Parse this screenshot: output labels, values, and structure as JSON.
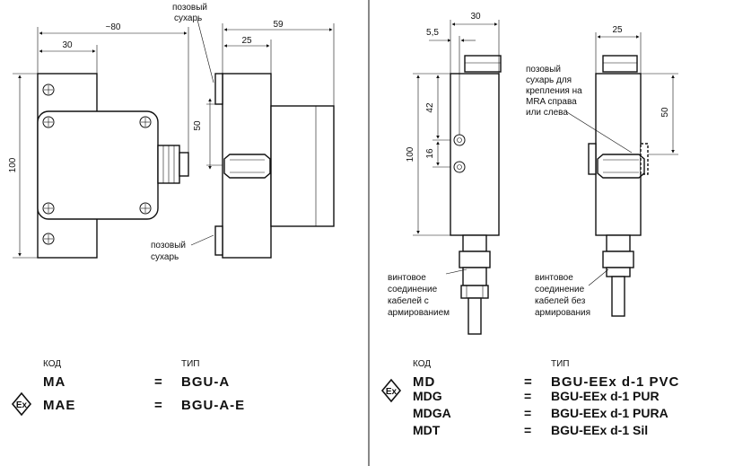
{
  "left": {
    "dims": {
      "width_total": "~80",
      "width_flange": "30",
      "height": "100",
      "side_width": "25",
      "side_total": "59",
      "side_height": "50"
    },
    "notes": {
      "slot_top": [
        "позовый",
        "сухарь"
      ],
      "slot_bottom": [
        "позовый",
        "сухарь"
      ]
    },
    "table": {
      "header_code": "КОД",
      "header_type": "ТИП",
      "rows": [
        {
          "code": "MA",
          "eq": "=",
          "type": "BGU-A"
        },
        {
          "code": "MAE",
          "eq": "=",
          "type": "BGU-A-E"
        }
      ]
    }
  },
  "right": {
    "dims": {
      "width_top": "30",
      "offset": "5,5",
      "height": "100",
      "h42": "42",
      "h16": "16",
      "side_width": "25",
      "side_height": "50"
    },
    "notes": {
      "slot": [
        "позовый",
        "сухарь для",
        "крепления на",
        "MRA справа",
        "или слева"
      ],
      "cable_left": [
        "винтовое",
        "соединение",
        "кабелей с",
        "армированием"
      ],
      "cable_right": [
        "винтовое",
        "соединение",
        "кабелей без",
        "армирования"
      ]
    },
    "table": {
      "header_code": "КОД",
      "header_type": "ТИП",
      "rows": [
        {
          "code": "MD",
          "eq": "=",
          "type": "BGU-EEx  d-1  PVC"
        },
        {
          "code": "MDG",
          "eq": "=",
          "type": "BGU-EEx d-1 PUR"
        },
        {
          "code": "MDGA",
          "eq": "=",
          "type": "BGU-EEx d-1 PURA"
        },
        {
          "code": "MDT",
          "eq": "=",
          "type": "BGU-EEx d-1 Sil"
        }
      ]
    }
  },
  "icons": {
    "ex_mark": "explosion-protection-icon"
  },
  "ex_symbol_text": "Ex"
}
